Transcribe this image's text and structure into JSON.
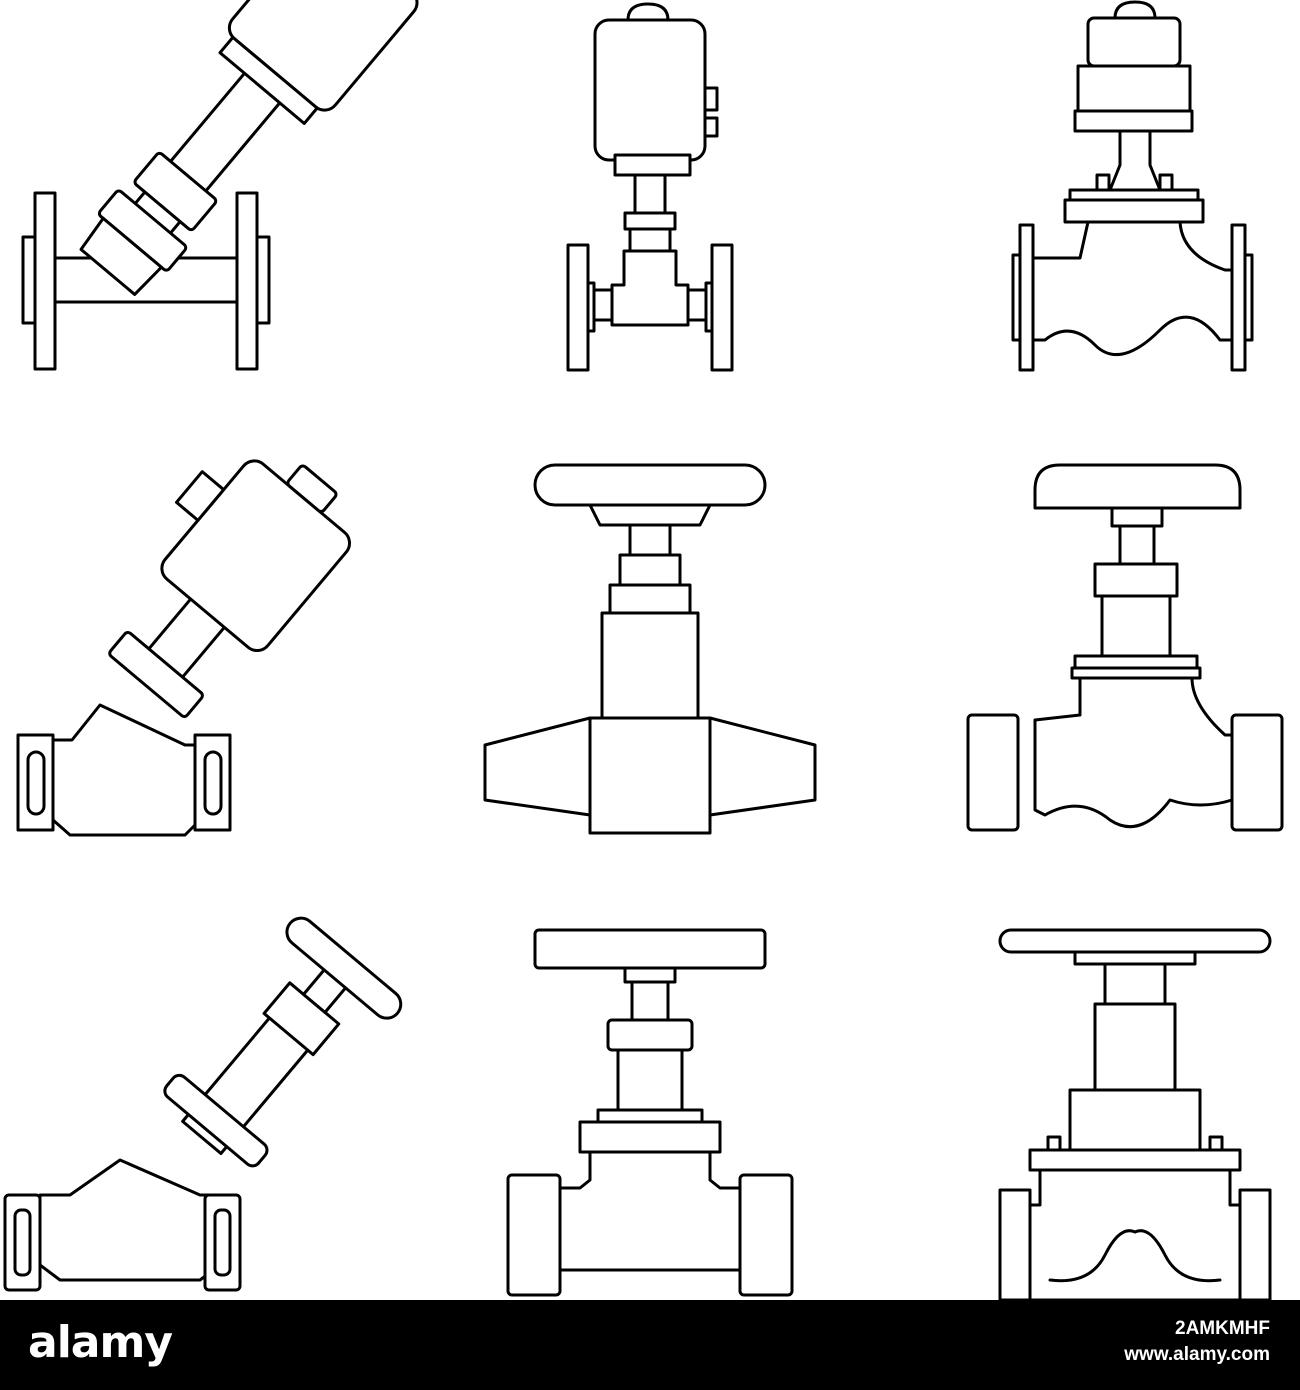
{
  "colors": {
    "line": "#000000",
    "background": "#ffffff",
    "footer": "#000000",
    "footer_text": "#ffffff"
  },
  "grid": {
    "rows": 3,
    "columns": 3
  },
  "icons": [
    "angle-seat-valve-pneumatic-flanged-icon",
    "pneumatic-diaphragm-valve-flanged-icon",
    "pneumatic-globe-valve-flanged-icon",
    "angle-seat-valve-pneumatic-threaded-icon",
    "handwheel-valve-welded-icon",
    "handwheel-globe-valve-socket-icon",
    "angled-handwheel-valve-threaded-icon",
    "handwheel-globe-valve-socket-icon",
    "handwheel-diaphragm-valve-socket-icon"
  ],
  "footer": {
    "brand": "alamy",
    "image_id": "2AMKMHF",
    "site": "www.alamy.com"
  }
}
